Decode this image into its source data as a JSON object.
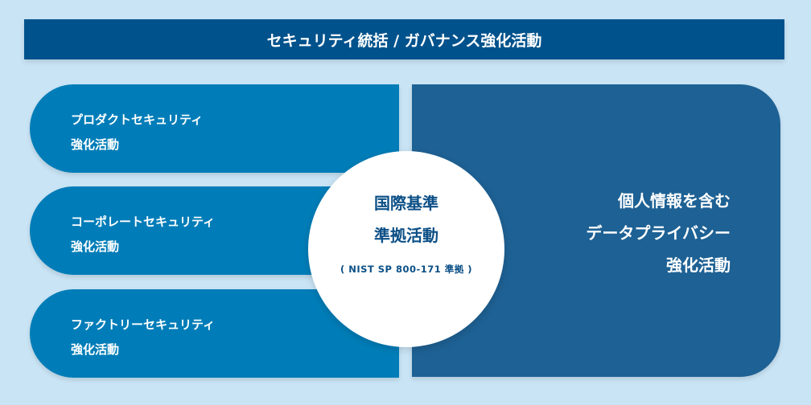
{
  "header": {
    "title": "セキュリティ統括 / ガバナンス強化活動"
  },
  "left_items": [
    {
      "line1": "プロダクトセキュリティ",
      "line2": "強化活動"
    },
    {
      "line1": "コーポレートセキュリティ",
      "line2": "強化活動"
    },
    {
      "line1": "ファクトリーセキュリティ",
      "line2": "強化活動"
    }
  ],
  "right_panel": {
    "line1": "個人情報を含む",
    "line2": "データプライバシー",
    "line3": "強化活動"
  },
  "center": {
    "line1": "国際基準",
    "line2": "準拠活動",
    "note": "( NIST SP 800-171 準拠 )"
  },
  "colors": {
    "background": "#c9e4f5",
    "header": "#00528c",
    "left": "#007db8",
    "right": "#1e6194",
    "center_text": "#0b4f86"
  }
}
